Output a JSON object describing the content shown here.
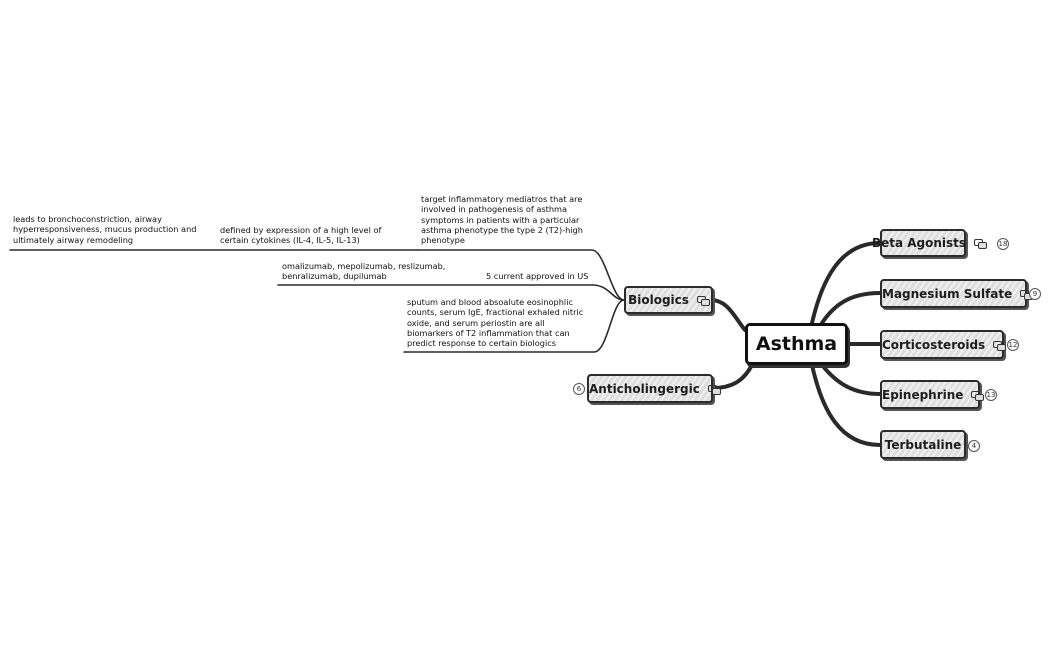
{
  "root": {
    "label": "Asthma"
  },
  "right_branches": [
    {
      "label": "Beta Agonists",
      "count": "18",
      "has_link": true
    },
    {
      "label": "Magnesium Sulfate",
      "count": "9",
      "has_link": true
    },
    {
      "label": "Corticosteroids",
      "count": "12",
      "has_link": true
    },
    {
      "label": "Epinephrine",
      "count": "13",
      "has_link": true
    },
    {
      "label": "Terbutaline",
      "count": "4",
      "has_link": false
    }
  ],
  "left_branches": [
    {
      "label": "Biologics",
      "has_link": true
    },
    {
      "label": "Anticholingergic",
      "count": "6",
      "has_link": true
    }
  ],
  "biologics_notes": {
    "mediators": "target inflammatory mediatros that are involved in pathogenesis of asthma symptoms in patients with a particular asthma phenotype the type 2 (T2)-high phenotype",
    "cytokines": "defined by expression of a high level of certain cytokines (IL-4, IL-5, IL-13)",
    "remodeling": "leads to bronchoconstriction, airway hyperresponsiveness, mucus production and ultimately airway remodeling",
    "approved": "5 current approved in US",
    "drugs": "omalizumab, mepolizumab, reslizumab, benralizumab, dupilumab",
    "biomarkers": "sputum and blood absoalute eosinophlic counts, serum IgE, fractional exhaled nitric oxide, and serum periostin are all biomarkers of T2 inflammation that can predict response to certain biologics"
  }
}
